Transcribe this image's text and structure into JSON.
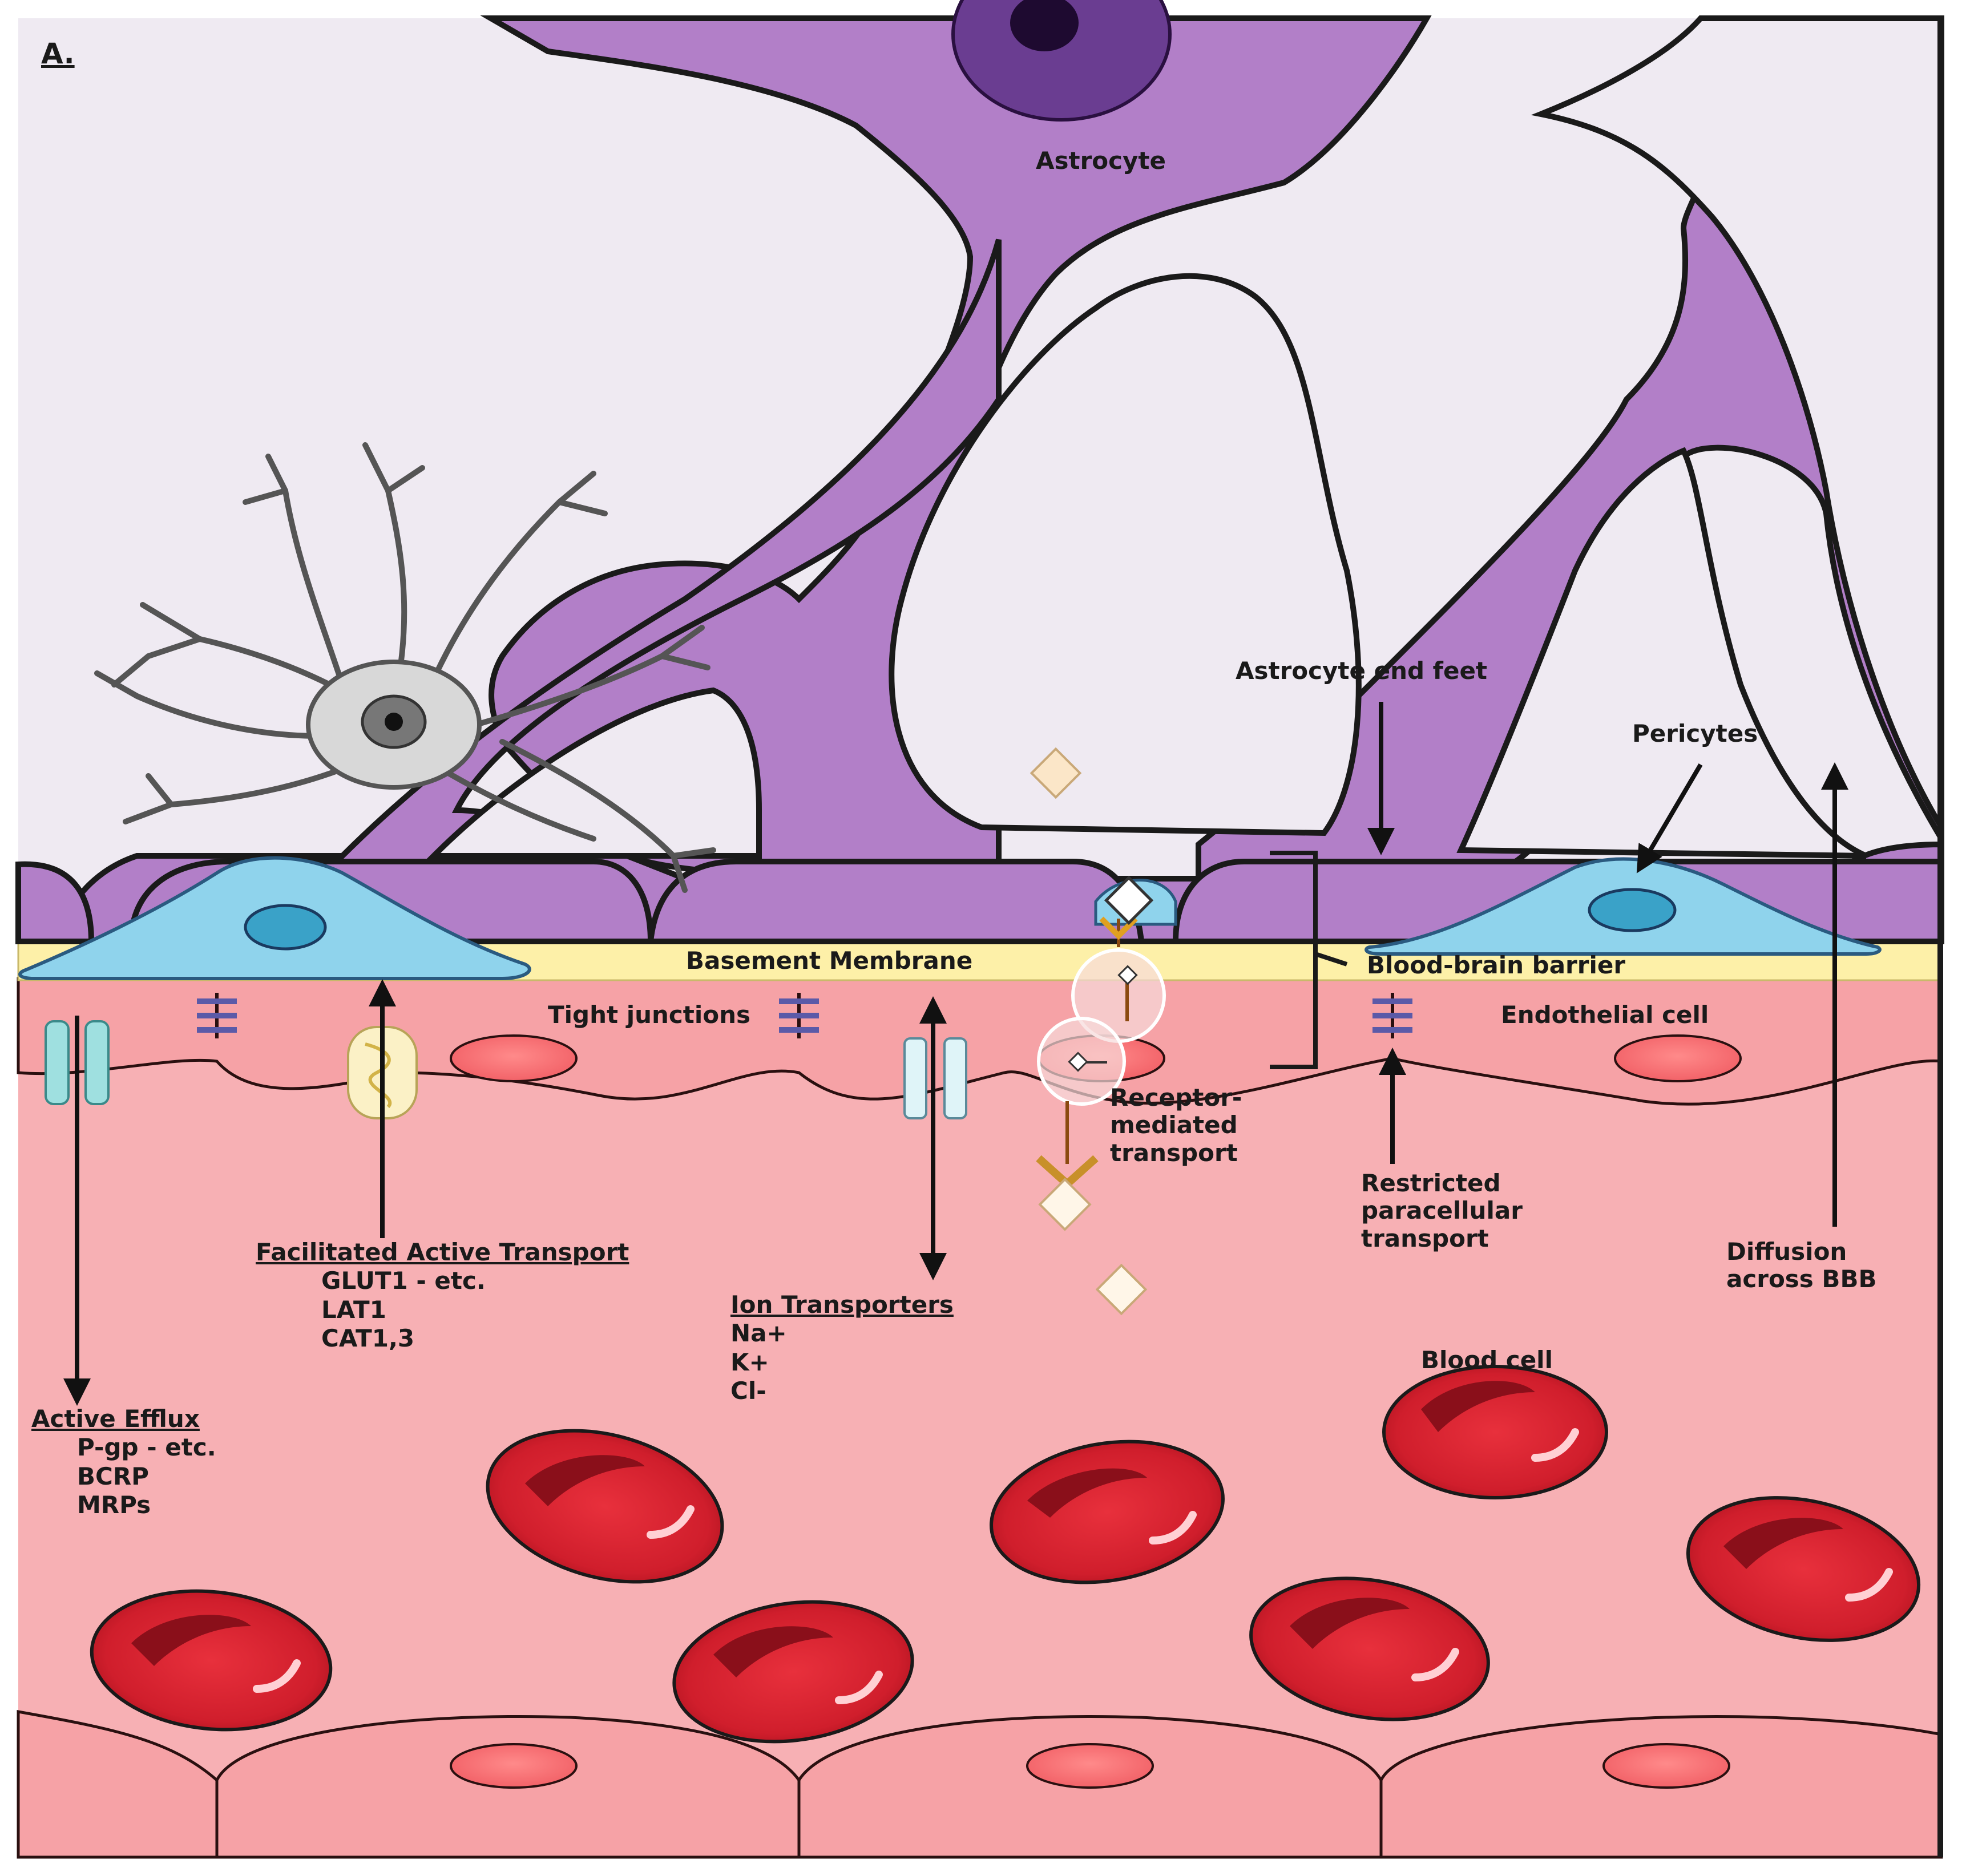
{
  "panel_label": "A.",
  "labels": {
    "astrocyte": "Astrocyte",
    "astrocyte_end_feet": "Astrocyte end feet",
    "pericytes": "Pericytes",
    "basement_membrane": "Basement Membrane",
    "blood_brain_barrier": "Blood-brain barrier",
    "tight_junctions": "Tight junctions",
    "endothelial_cell": "Endothelial cell",
    "receptor_mediated": [
      "Receptor-",
      "mediated",
      "transport"
    ],
    "restricted_paracellular": [
      "Restricted",
      "paracellular",
      "transport"
    ],
    "diffusion": [
      "Diffusion",
      "across BBB"
    ],
    "blood_cell": "Blood cell"
  },
  "transport_lists": {
    "facilitated": {
      "title": "Facilitated Active Transport",
      "items": [
        "GLUT1 - etc.",
        "LAT1",
        "CAT1,3"
      ]
    },
    "ion": {
      "title": "Ion Transporters",
      "items": [
        "Na+",
        "K+",
        "Cl-"
      ]
    },
    "efflux": {
      "title": "Active Efflux",
      "items": [
        "P-gp - etc.",
        "BCRP",
        "MRPs"
      ]
    }
  },
  "colors": {
    "brain_bg": "#efeaf2",
    "astrocyte": "#b27fc8",
    "astrocyte_nucleus": "#6a3d91",
    "pericyte": "#8fd3ec",
    "basement_membrane": "#fdf0a8",
    "endothelium": "#f6a2a6",
    "lumen": "#f7aeb2",
    "red_cell": "#d81f2e",
    "outline": "#1a1a1a"
  }
}
